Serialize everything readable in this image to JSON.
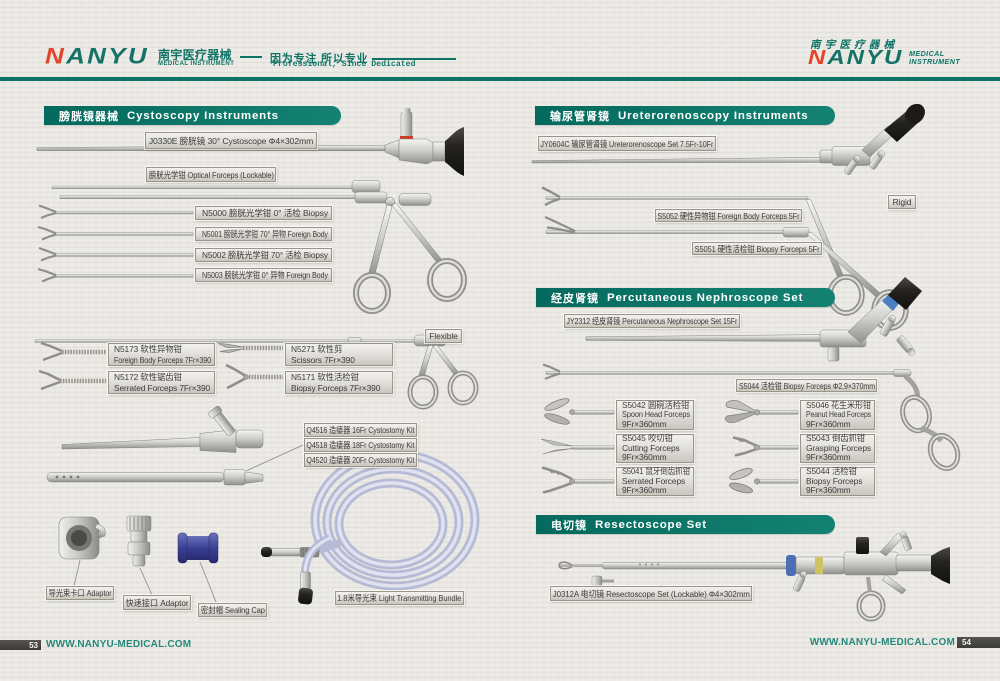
{
  "header": {
    "brand": "NANYU",
    "brand_cn": "南宇医疗器械",
    "brand_sub": "MEDICAL  INSTRUMENT",
    "brand_sub_line1": "MEDICAL",
    "brand_sub_line2": "INSTRUMENT",
    "tagline_cn": "因为专注  所以专业",
    "tagline_en": "Professional, Since Dedicated",
    "accent_teal": "#0b7265",
    "accent_red": "#e2452e"
  },
  "left_page": {
    "section_cystoscopy": {
      "title_cn": "膀胱镜器械",
      "title_en": "Cystoscopy Instruments"
    },
    "labels": {
      "cystoscope": "J0330E 膀胱镜 30°  Cystoscope  Φ4×302mm",
      "optical_forceps": "膀胱光学钳 Optical Forceps (Lockable)",
      "n5000": "N5000 膀胱光学钳  0°  活检 Biopsy",
      "n5001": "N5001 膀胱光学钳 70°  异物 Foreign Body",
      "n5002": "N5002 膀胱光学钳 70°  活检 Biopsy",
      "n5003": "N5003 膀胱光学钳  0°  异物 Foreign Body",
      "flexible_tag": "Flexible",
      "n5173": {
        "line1": "N5173 软性异物钳",
        "line2": "Foreign Body Forceps 7Fr×390"
      },
      "n5271": {
        "line1": "N5271 软性剪",
        "line2": "Scissors 7Fr×390"
      },
      "n5172": {
        "line1": "N5172 软性锯齿钳",
        "line2": "Serrated Forceps 7Fr×390"
      },
      "n5171": {
        "line1": "N5171 软性活检钳",
        "line2": "Biopsy Forceps 7Fr×390"
      },
      "q4516": "Q4516 造瘘器 16Fr Cystostomy Kit",
      "q4518": "Q4518 造瘘器 18Fr Cystostomy Kit",
      "q4520": "Q4520 造瘘器 20Fr Cystostomy Kit",
      "adaptor_bayonet": "导光束卡口 Adaptor",
      "adaptor_quick": "快速接口 Adaptor",
      "sealing_cap": "密封帽 Sealing Cap",
      "light_bundle": "1.8米导光束  Light Transmitting Bundle"
    },
    "footer": {
      "page_no": "53",
      "url": "WWW.NANYU-MEDICAL.COM"
    }
  },
  "right_page": {
    "section_ureterorenoscopy": {
      "title_cn": "输尿管肾镜",
      "title_en": "Ureterorenoscopy Instruments"
    },
    "section_nephroscope": {
      "title_cn": "经皮肾镜",
      "title_en": "Percutaneous Nephroscope Set"
    },
    "section_resectoscope": {
      "title_cn": "电切镜",
      "title_en": "Resectoscope Set"
    },
    "labels": {
      "jy0604c": "JY0604C 输尿管肾镜 Ureterorenoscope Set 7.5Fr-10Fr",
      "s5052": "S5052 硬性异物钳 Foreign Body Forceps 5Fr",
      "s5051": "S5051 硬性活检钳 Biopsy Forceps 5Fr",
      "rigid_tag": "Rigid",
      "jy2312": "JY2312 经皮肾镜 Percutaneous Nephroscope Set 15Fr",
      "s5044_long": "S5044 活检钳 Biopsy Forceps Φ2.9×370mm",
      "s5042": {
        "line1": "S5042 圆碗活检钳",
        "line2": "Spoon Head Forceps",
        "line3": "9Fr×360mm"
      },
      "s5046": {
        "line1": "S5046 花生米形钳",
        "line2": "Peanut Head Forceps",
        "line3": "9Fr×360mm"
      },
      "s5045": {
        "line1": "S5045 咬切钳",
        "line2": "Cutting Forceps",
        "line3": "9Fr×360mm"
      },
      "s5043": {
        "line1": "S5043 倒齿抓钳",
        "line2": "Grasping Forceps",
        "line3": "9Fr×360mm"
      },
      "s5041": {
        "line1": "S5041 鼠牙倒齿抓钳",
        "line2": "Serrated Forceps",
        "line3": "9Fr×360mm"
      },
      "s5044": {
        "line1": "S5044 活检钳",
        "line2": "Biopsy Forceps",
        "line3": "9Fr×360mm"
      },
      "j0312a": "J0312A 电切镜 Resectoscope Set (Lockable)  Φ4×302mm"
    },
    "footer": {
      "page_no": "54",
      "url": "WWW.NANYU-MEDICAL.COM"
    }
  }
}
